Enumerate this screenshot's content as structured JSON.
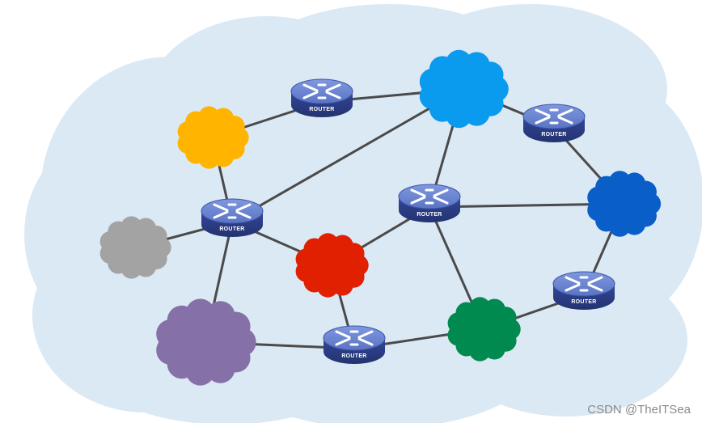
{
  "diagram": {
    "router_label": "ROUTER",
    "background_color": "#dbe9f5",
    "link_color": "#4a4a4a",
    "router_color": "#5a74c4",
    "routers": [
      {
        "id": "r-top",
        "label": "ROUTER"
      },
      {
        "id": "r-left",
        "label": "ROUTER"
      },
      {
        "id": "r-center",
        "label": "ROUTER"
      },
      {
        "id": "r-bottom",
        "label": "ROUTER"
      },
      {
        "id": "r-right-top",
        "label": "ROUTER"
      },
      {
        "id": "r-right-bottom",
        "label": "ROUTER"
      }
    ],
    "networks": [
      {
        "id": "n-yellow",
        "color": "#ffb400"
      },
      {
        "id": "n-gray",
        "color": "#a3a3a3"
      },
      {
        "id": "n-purple",
        "color": "#8670a8"
      },
      {
        "id": "n-red",
        "color": "#e02000"
      },
      {
        "id": "n-lightblue",
        "color": "#0a9aee"
      },
      {
        "id": "n-darkblue",
        "color": "#0a5ec8"
      },
      {
        "id": "n-green",
        "color": "#008a50"
      }
    ],
    "links": [
      [
        "r-top",
        "n-yellow"
      ],
      [
        "r-top",
        "n-lightblue"
      ],
      [
        "n-yellow",
        "r-left"
      ],
      [
        "r-left",
        "n-gray"
      ],
      [
        "r-left",
        "n-purple"
      ],
      [
        "r-left",
        "n-red"
      ],
      [
        "r-left",
        "n-lightblue"
      ],
      [
        "n-red",
        "r-center"
      ],
      [
        "n-red",
        "r-bottom"
      ],
      [
        "r-center",
        "n-lightblue"
      ],
      [
        "r-center",
        "n-darkblue"
      ],
      [
        "r-center",
        "n-green"
      ],
      [
        "n-purple",
        "r-bottom"
      ],
      [
        "r-bottom",
        "n-green"
      ],
      [
        "n-green",
        "r-right-bottom"
      ],
      [
        "r-right-bottom",
        "n-darkblue"
      ],
      [
        "n-darkblue",
        "r-right-top"
      ],
      [
        "r-right-top",
        "n-lightblue"
      ]
    ]
  },
  "watermark": "CSDN @TheITSea"
}
